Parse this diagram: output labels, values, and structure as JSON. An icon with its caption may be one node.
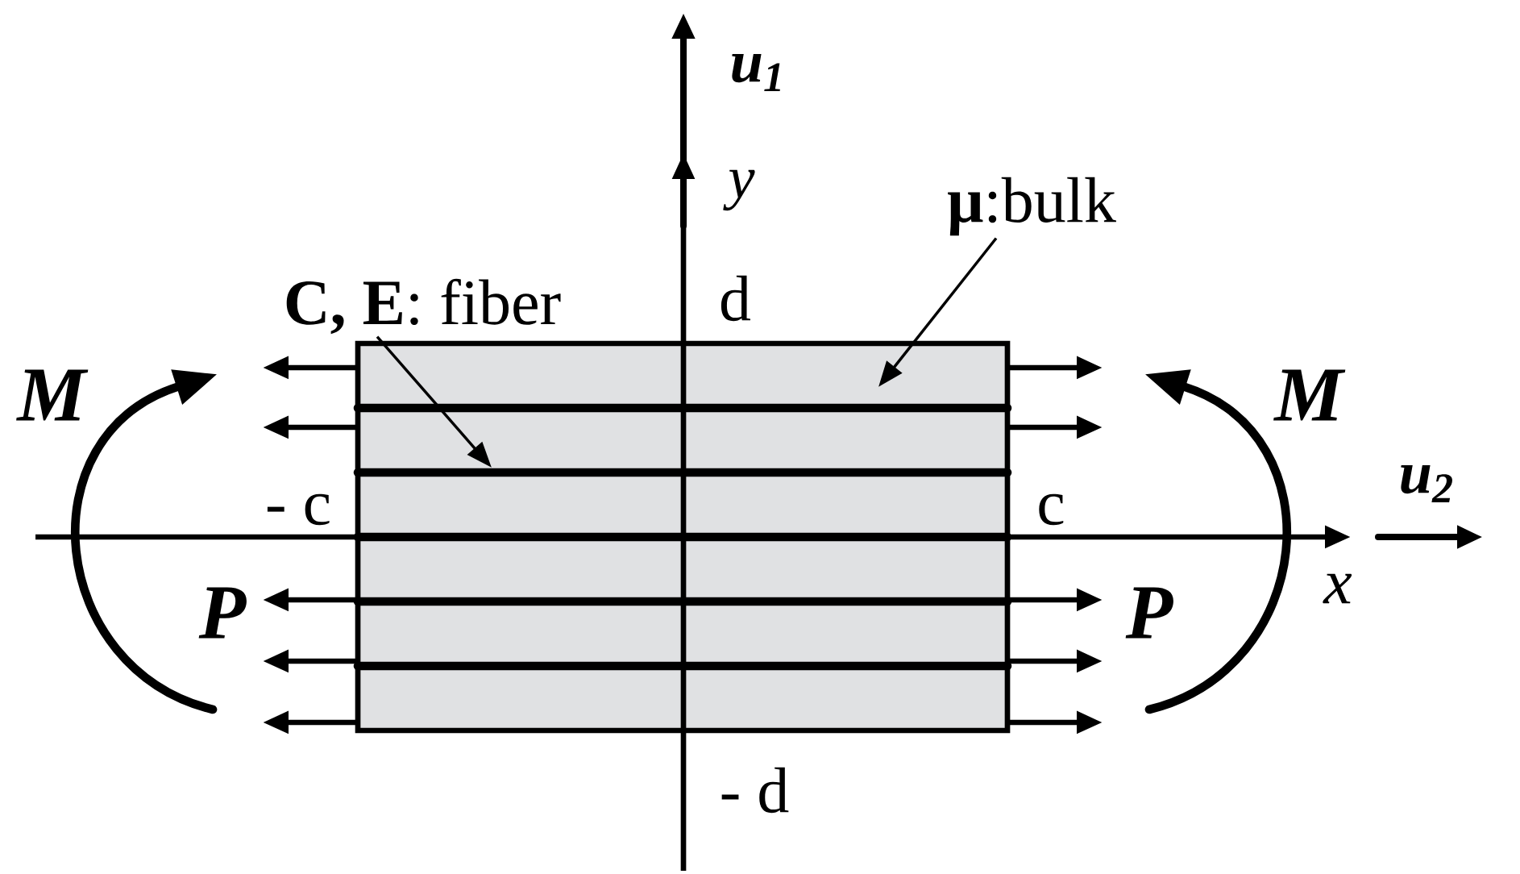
{
  "diagram": {
    "nodes": [
      {
        "text": [
          "**C, E**: fiber"
        ]
      },
      {
        "text": [
          "**μ**:bulk"
        ]
      }
    ],
    "edges": [
      {
        "from": 0,
        "to": null,
        "arrow": "to"
      },
      {
        "from": 1,
        "to": null,
        "arrow": "to"
      }
    ],
    "labels": [
      "**u**$_{1}$",
      "y",
      "d",
      "M",
      "M",
      "- c",
      "c",
      "**u**$_{2}$",
      "x",
      "P",
      "P",
      "- d"
    ]
  }
}
